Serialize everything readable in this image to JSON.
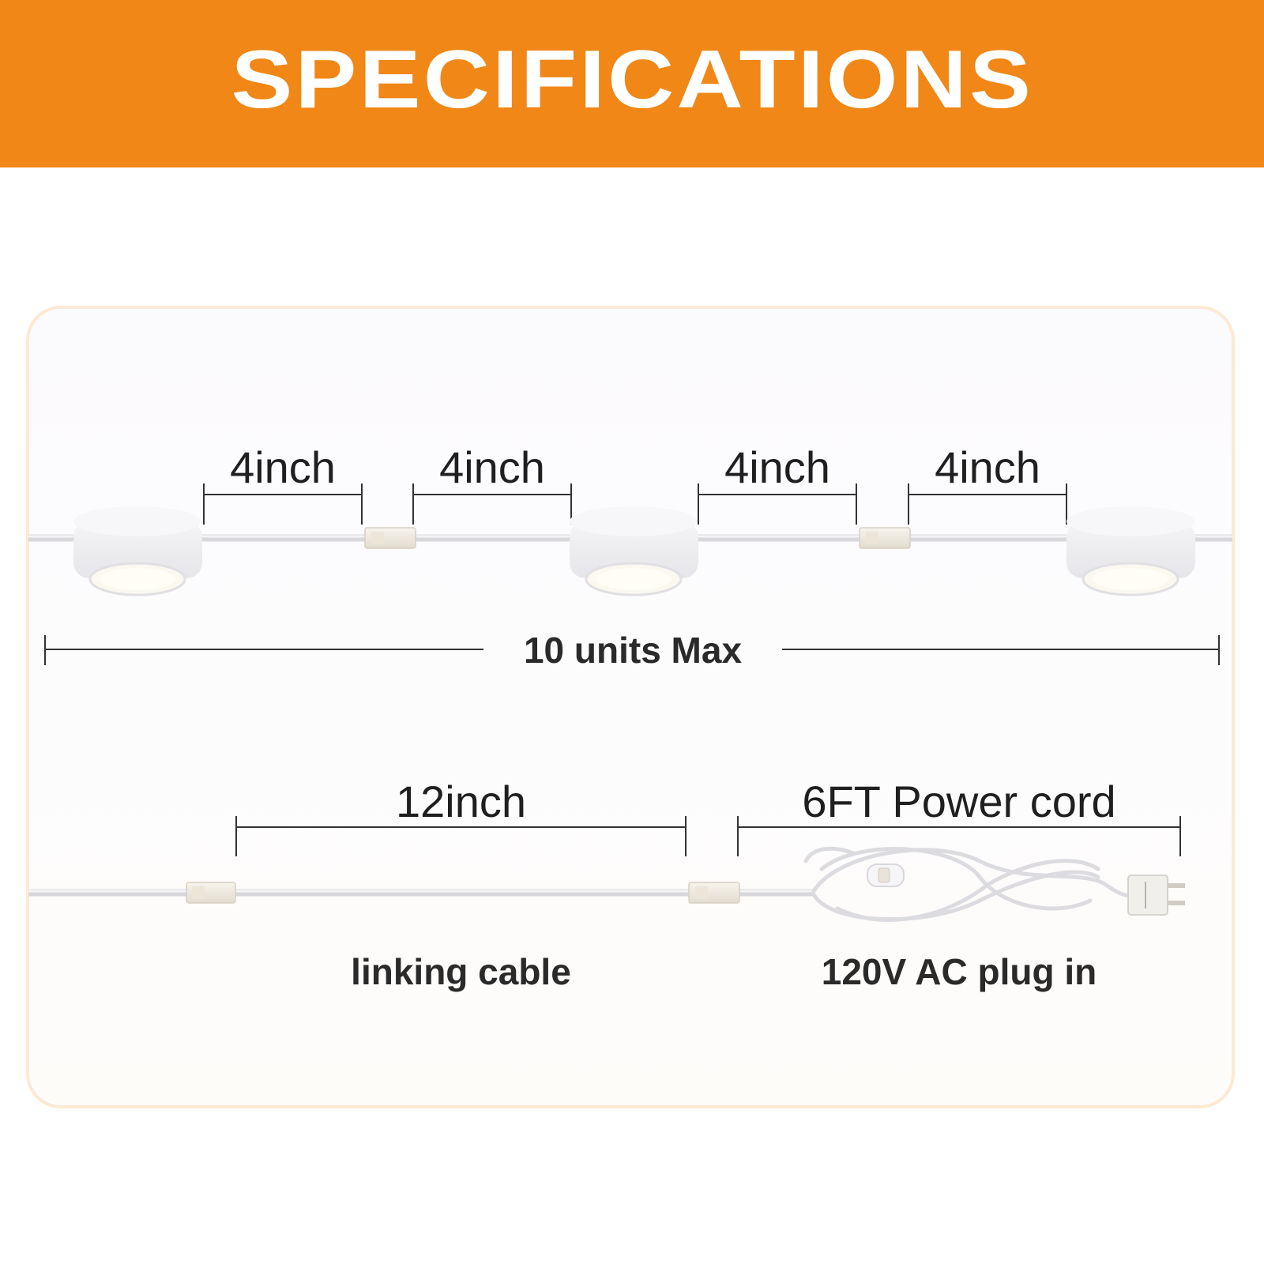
{
  "header": {
    "title": "SPECIFICATIONS"
  },
  "colors": {
    "banner": "#f08717",
    "panel_border": "#fde9d4",
    "dimension_line": "#333333"
  },
  "top_row": {
    "spacing_labels": [
      "4inch",
      "4inch",
      "4inch",
      "4inch"
    ],
    "max_units_label": "10 units Max"
  },
  "bottom_row": {
    "linking_length_label": "12inch",
    "power_cord_length_label": "6FT Power cord",
    "linking_caption": "linking cable",
    "plug_caption": "120V AC plug in"
  },
  "icons": [
    "puck-light-icon",
    "connector-icon",
    "power-cord-switch-icon",
    "plug-icon"
  ]
}
